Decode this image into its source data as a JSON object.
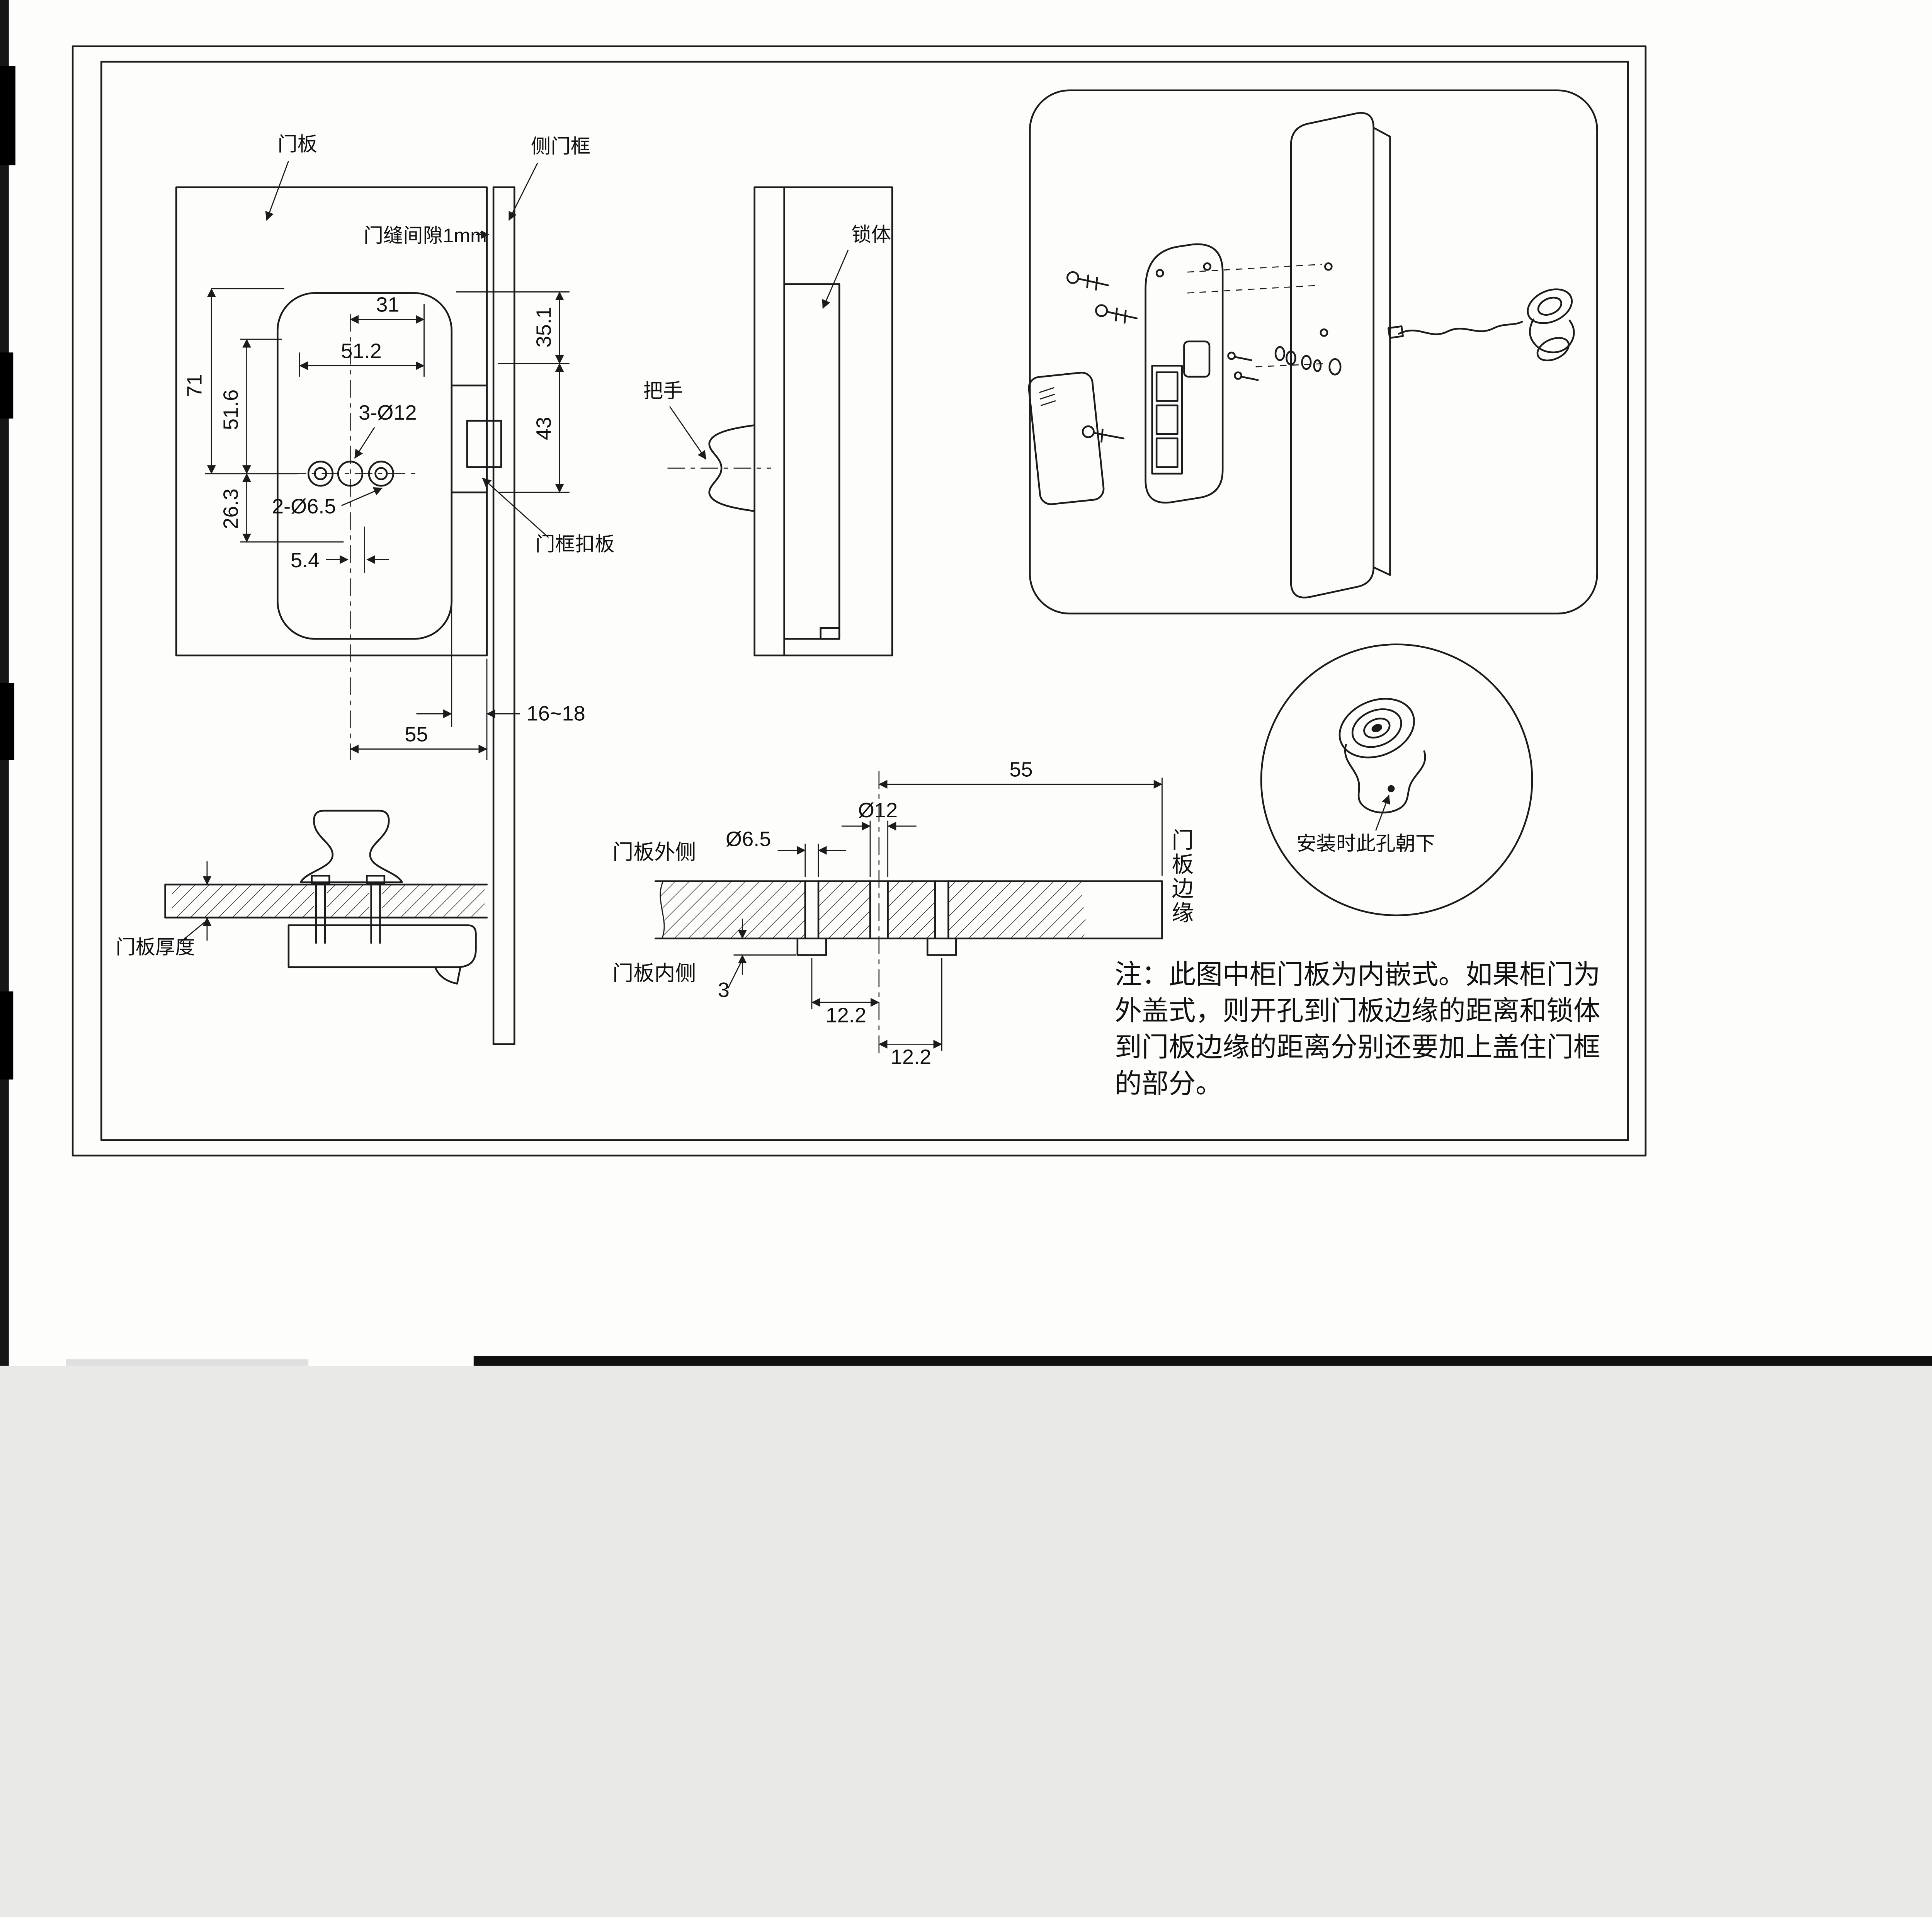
{
  "front_view": {
    "label_door_panel": "门板",
    "label_side_frame": "侧门框",
    "label_gap": "门缝间隙1mm",
    "label_strike_plate": "门框扣板",
    "dim_31": "31",
    "dim_51_2": "51.2",
    "dim_71": "71",
    "dim_51_6": "51.6",
    "dim_26_3": "26.3",
    "dim_3_d12": "3-Ø12",
    "dim_2_d6_5": "2-Ø6.5",
    "dim_5_4": "5.4",
    "dim_35_1": "35.1",
    "dim_43": "43",
    "dim_16_18": "16~18",
    "dim_55": "55"
  },
  "side_view": {
    "label_lock_body": "锁体",
    "label_handle": "把手"
  },
  "detail_circle": {
    "label_install": "安装时此孔朝下"
  },
  "bottom_left": {
    "label_thickness": "门板厚度"
  },
  "section_view": {
    "label_outer": "门板外侧",
    "label_inner": "门板内侧",
    "label_edge": "门板边缘",
    "dim_d6_5": "Ø6.5",
    "dim_d12": "Ø12",
    "dim_55": "55",
    "dim_3": "3",
    "dim_12_2_a": "12.2",
    "dim_12_2_b": "12.2"
  },
  "note": {
    "line1": "注：此图中柜门板为内嵌式。如果柜门为",
    "line2": "外盖式，则开孔到门板边缘的距离和锁体",
    "line3": "到门板边缘的距离分别还要加上盖住门框",
    "line4": "的部分。"
  }
}
